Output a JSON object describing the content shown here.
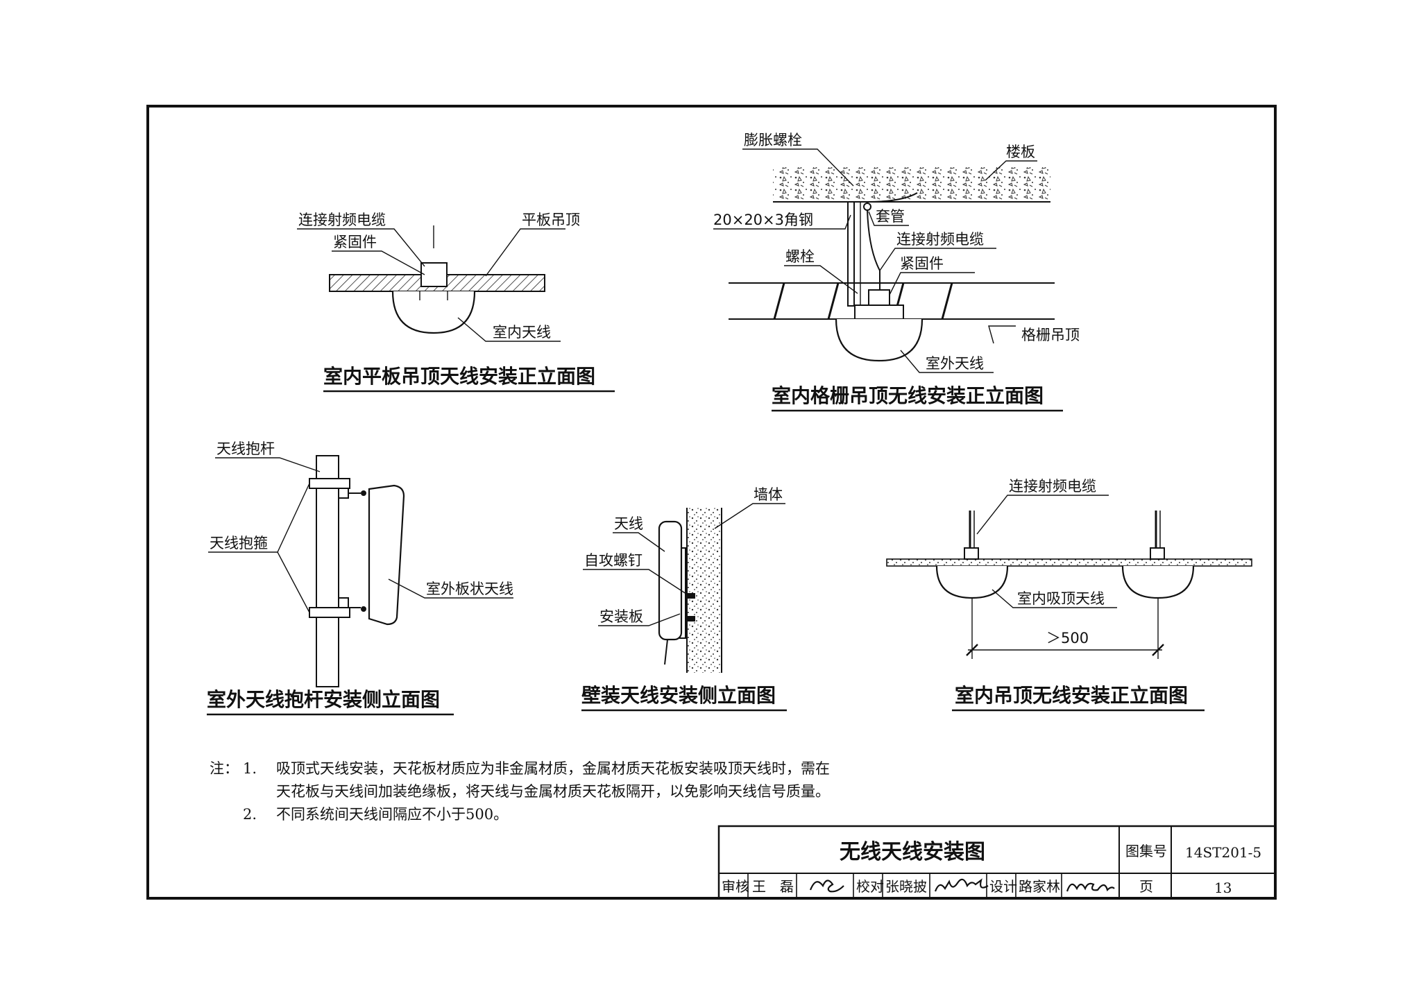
{
  "diagrams": {
    "flat_ceiling": {
      "labels": {
        "rf_cable": "连接射频电缆",
        "fastener": "紧固件",
        "flat_ceiling": "平板吊顶",
        "indoor_antenna": "室内天线"
      },
      "title": "室内平板吊顶天线安装正立面图"
    },
    "grid_ceiling": {
      "labels": {
        "expansion_bolt": "膨胀螺栓",
        "floor_slab": "楼板",
        "angle_steel": "20×20×3角钢",
        "sleeve": "套管",
        "rf_cable": "连接射频电缆",
        "bolt": "螺栓",
        "fastener": "紧固件",
        "grid_ceiling": "格栅吊顶",
        "outdoor_antenna": "室外天线"
      },
      "title": "室内格栅吊顶无线安装正立面图"
    },
    "pole_mount": {
      "labels": {
        "pole": "天线抱杆",
        "clamp": "天线抱箍",
        "panel_antenna": "室外板状天线"
      },
      "title": "室外天线抱杆安装侧立面图"
    },
    "wall_mount": {
      "labels": {
        "wall": "墙体",
        "antenna": "天线",
        "screw": "自攻螺钉",
        "plate": "安装板"
      },
      "title": "壁装天线安装侧立面图"
    },
    "ceiling_spacing": {
      "labels": {
        "rf_cable": "连接射频电缆",
        "ceiling_antenna": "室内吸顶天线",
        "spacing": "＞500"
      },
      "title": "室内吊顶无线安装正立面图"
    }
  },
  "notes": {
    "prefix": "注：",
    "items": [
      {
        "num": "1.",
        "lines": [
          "吸顶式天线安装，天花板材质应为非金属材质，金属材质天花板安装吸顶天线时，需在",
          "天花板与天线间加装绝缘板，将天线与金属材质天花板隔开，以免影响天线信号质量。"
        ]
      },
      {
        "num": "2.",
        "lines": [
          "不同系统间天线间隔应不小于500。"
        ]
      }
    ]
  },
  "title_block": {
    "drawing_title": "无线天线安装图",
    "atlas_label": "图集号",
    "atlas_number": "14ST201-5",
    "page_label": "页",
    "page_number": "13",
    "review_label": "审核",
    "reviewer": "王　磊",
    "check_label": "校对",
    "checker": "张晓披",
    "design_label": "设计",
    "designer": "路家林",
    "signature_review": "王磊",
    "signature_check": "张晓披",
    "signature_design": "路家林"
  }
}
